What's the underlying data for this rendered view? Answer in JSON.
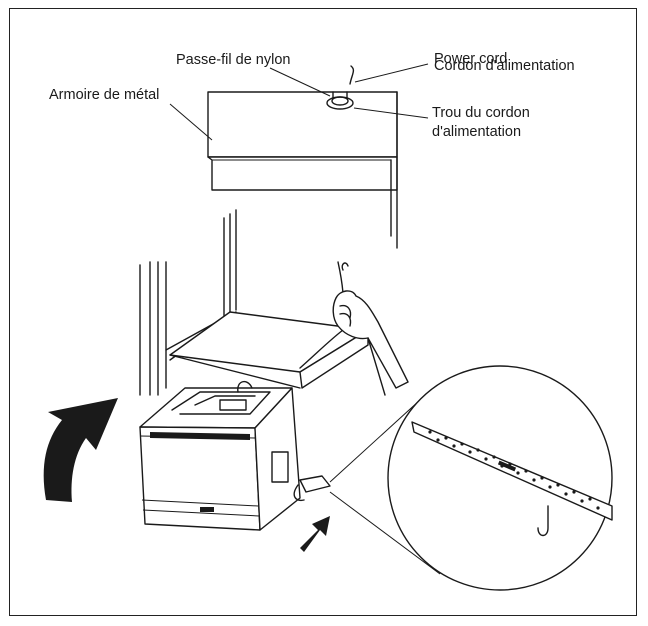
{
  "labels": {
    "nylon_grommet": "Passe-fil de nylon",
    "metal_cabinet": "Armoire de métal",
    "power_cord_en": "Power cord",
    "power_cord_fr": "Cordon d'alimentation",
    "cord_hole_line1": "Trou du cordon",
    "cord_hole_line2": "d'alimentation"
  }
}
